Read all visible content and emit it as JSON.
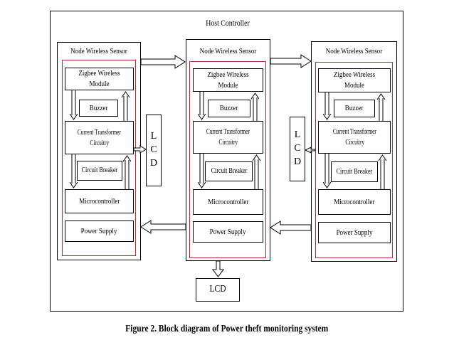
{
  "host": {
    "title": "Host Controller"
  },
  "nodes": [
    {
      "title": "Node Wireless Sensor",
      "zigbee": "Zigbee Wireless Module",
      "buzzer": "Buzzer",
      "ct_line1": "Current Transformer",
      "ct_line2": "Circuitry",
      "breaker": "Circuit Breaker",
      "micro": "Microcontroller",
      "power": "Power Supply"
    },
    {
      "title": "Node Wireless Sensor",
      "zigbee": "Zigbee Wireless Module",
      "buzzer": "Buzzer",
      "ct_line1": "Current Transformer",
      "ct_line2": "Circuitry",
      "breaker": "Circuit Breaker",
      "micro": "Microcontroller",
      "power": "Power Supply"
    },
    {
      "title": "Node Wireless Sensor",
      "zigbee": "Zigbee Wireless Module",
      "buzzer": "Buzzer",
      "ct_line1": "Current Transformer",
      "ct_line2": "Circuitry",
      "breaker": "Circuit Breaker",
      "micro": "Microcontroller",
      "power": "Power Supply"
    }
  ],
  "lcd_left": [
    "L",
    "C",
    "D"
  ],
  "lcd_right": [
    "L",
    "C",
    "D"
  ],
  "lcd_bottom": "LCD",
  "caption": "Figure 2. Block diagram of Power theft monitoring system",
  "colors": {
    "inner_border": "#c0282a",
    "stroke": "#000000"
  }
}
